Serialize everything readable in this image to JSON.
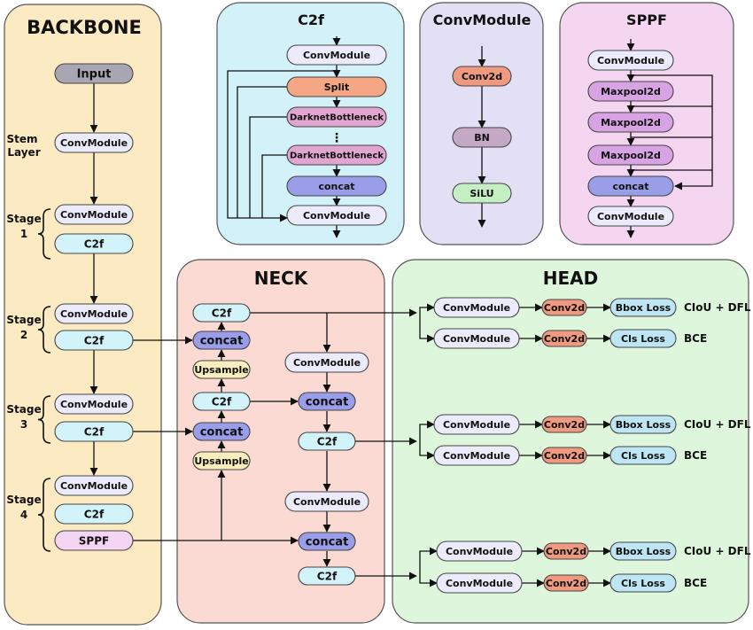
{
  "colors": {
    "backbone": "#fcebc2",
    "c2f_panel": "#d3f1f9",
    "convmodule_panel": "#e3dff5",
    "sppf_panel": "#f4d6f1",
    "neck": "#fadad2",
    "head": "#ddf6dc",
    "input": "#a9a6b4",
    "conv": "#ecebfb",
    "c2f": "#d3f3fb",
    "sppf": "#f4d6f4",
    "split": "#f5a685",
    "darknet": "#e1a6cf",
    "concat": "#9a9ee9",
    "conv2d": "#ef9a80",
    "bn": "#c4a8c6",
    "silu": "#c3efc3",
    "maxpool": "#d7a3e2",
    "upsample": "#f8eebd",
    "loss": "#bde5f3"
  },
  "backbone": {
    "title": "BACKBONE",
    "stem_label": [
      "Stem",
      "Layer"
    ],
    "stages": [
      {
        "label": "Stage",
        "num": "1"
      },
      {
        "label": "Stage",
        "num": "2"
      },
      {
        "label": "Stage",
        "num": "3"
      },
      {
        "label": "Stage",
        "num": "4"
      }
    ],
    "nodes": {
      "input": "Input",
      "stem_conv": "ConvModule",
      "s1_conv": "ConvModule",
      "s1_c2f": "C2f",
      "s2_conv": "ConvModule",
      "s2_c2f": "C2f",
      "s3_conv": "ConvModule",
      "s3_c2f": "C2f",
      "s4_conv": "ConvModule",
      "s4_c2f": "C2f",
      "s4_sppf": "SPPF"
    }
  },
  "c2f_block": {
    "title": "C2f",
    "nodes": {
      "conv_top": "ConvModule",
      "split": "Split",
      "db1": "DarknetBottleneck",
      "dots": "⋮",
      "db2": "DarknetBottleneck",
      "concat": "concat",
      "conv_bottom": "ConvModule"
    }
  },
  "convmodule_block": {
    "title": "ConvModule",
    "nodes": {
      "conv2d": "Conv2d",
      "bn": "BN",
      "silu": "SiLU"
    }
  },
  "sppf_block": {
    "title": "SPPF",
    "nodes": {
      "conv_top": "ConvModule",
      "mp1": "Maxpool2d",
      "mp2": "Maxpool2d",
      "mp3": "Maxpool2d",
      "concat": "concat",
      "conv_bottom": "ConvModule"
    }
  },
  "neck": {
    "title": "NECK",
    "nodes": {
      "top_c2f": "C2f",
      "concat1": "concat",
      "upsample1": "Upsample",
      "mid_c2f": "C2f",
      "concat2": "concat",
      "upsample2": "Upsample",
      "conv1": "ConvModule",
      "concat3": "concat",
      "c2f2": "C2f",
      "conv2": "ConvModule",
      "concat4": "concat",
      "c2f3": "C2f"
    }
  },
  "head": {
    "title": "HEAD",
    "branches": [
      {
        "conv_box": "ConvModule",
        "conv2d_box": "Conv2d",
        "loss_box": "Bbox Loss",
        "label_box": "CIoU + DFL",
        "conv_cls": "ConvModule",
        "conv2d_cls": "Conv2d",
        "loss_cls": "Cls Loss",
        "label_cls": "BCE"
      },
      {
        "conv_box": "ConvModule",
        "conv2d_box": "Conv2d",
        "loss_box": "Bbox Loss",
        "label_box": "CIoU + DFL",
        "conv_cls": "ConvModule",
        "conv2d_cls": "Conv2d",
        "loss_cls": "Cls Loss",
        "label_cls": "BCE"
      },
      {
        "conv_box": "ConvModule",
        "conv2d_box": "Conv2d",
        "loss_box": "Bbox Loss",
        "label_box": "CIoU + DFL",
        "conv_cls": "ConvModule",
        "conv2d_cls": "Conv2d",
        "loss_cls": "Cls Loss",
        "label_cls": "BCE"
      }
    ]
  }
}
